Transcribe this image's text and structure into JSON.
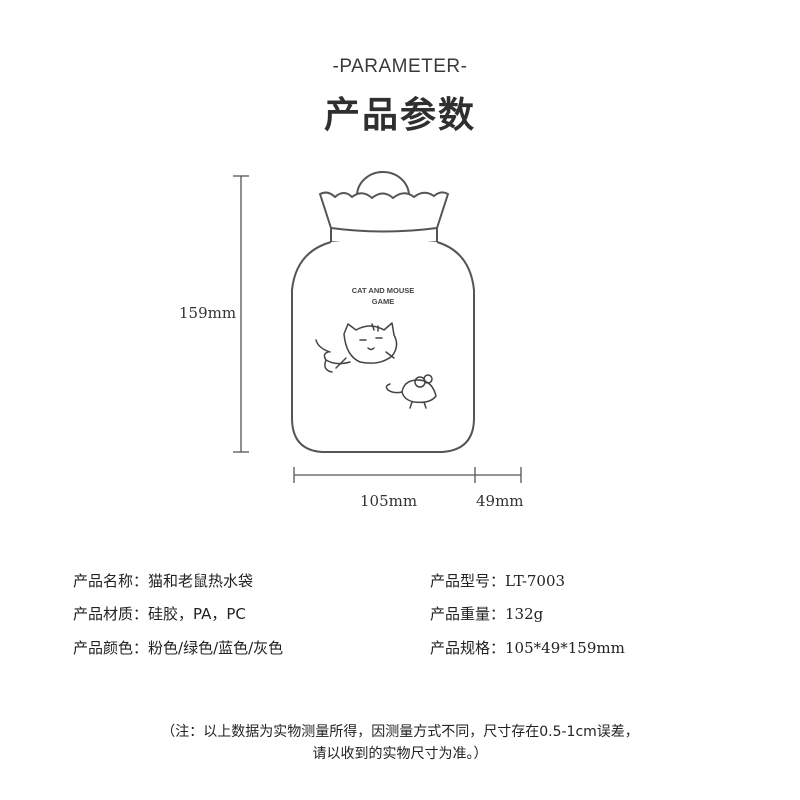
{
  "header": {
    "title_en": "-PARAMETER-",
    "title_cn": "产品参数"
  },
  "product_image": {
    "label_line1": "CAT AND MOUSE",
    "label_line2": "GAME"
  },
  "dimensions": {
    "height": "159mm",
    "width": "105mm",
    "depth": "49mm"
  },
  "specs": {
    "name_label": "产品名称：",
    "name_value": "猫和老鼠热水袋",
    "model_label": "产品型号：",
    "model_value": "LT-7003",
    "material_label": "产品材质：",
    "material_value": "硅胶，PA，PC",
    "weight_label": "产品重量：",
    "weight_value": "132g",
    "color_label": "产品颜色：",
    "color_value": "粉色/绿色/蓝色/灰色",
    "size_label": "产品规格：",
    "size_value": "105*49*159mm"
  },
  "note": {
    "line1": "（注：以上数据为实物测量所得，因测量方式不同，尺寸存在0.5-1cm误差，",
    "line2": "请以收到的实物尺寸为准。）"
  },
  "colors": {
    "outline": "#555555",
    "text": "#333333",
    "background": "#ffffff"
  }
}
